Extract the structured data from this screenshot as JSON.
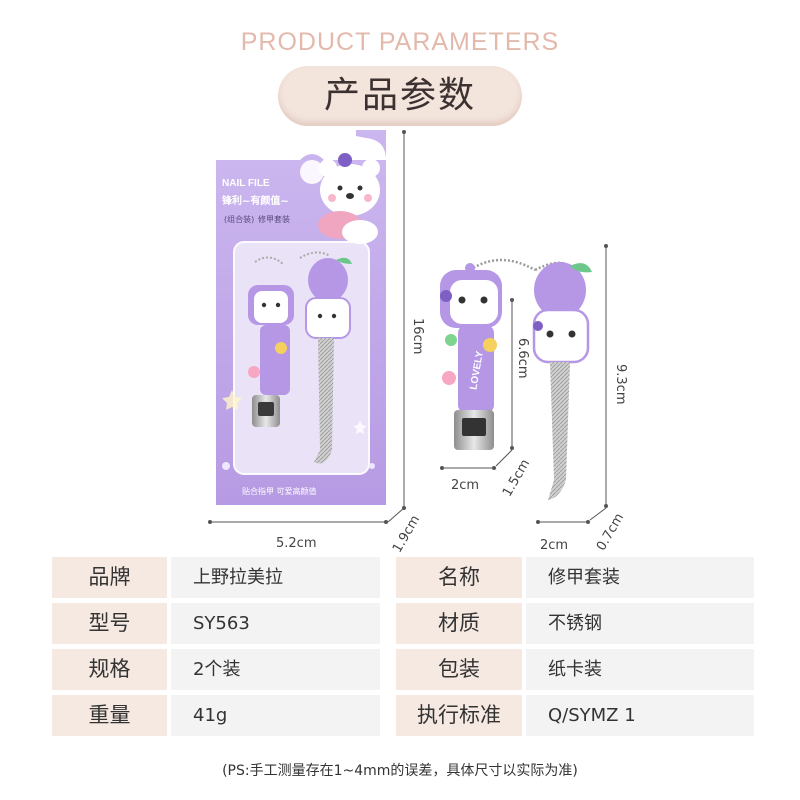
{
  "header": {
    "title_en": "PRODUCT PARAMETERS",
    "title_cn": "产品参数"
  },
  "package": {
    "brand_text": "NAIL FILE",
    "slogan": "锋利~有颜值~",
    "tag": "(组合装)",
    "tag_text": "修甲套装",
    "bottom_text": "贴合指甲 可爱高颜值",
    "lovely_text": "LOVELY"
  },
  "measurements": {
    "package_height": "16cm",
    "package_width": "5.2cm",
    "package_thickness": "1.9cm",
    "clipper_height": "6.6cm",
    "clipper_width": "2cm",
    "clipper_thickness": "1.5cm",
    "file_height": "9.3cm",
    "file_width": "2cm",
    "file_thickness": "0.7cm"
  },
  "params": {
    "left": [
      {
        "label": "品牌",
        "value": "上野拉美拉"
      },
      {
        "label": "型号",
        "value": "SY563"
      },
      {
        "label": "规格",
        "value": "2个装"
      },
      {
        "label": "重量",
        "value": "41g"
      }
    ],
    "right": [
      {
        "label": "名称",
        "value": "修甲套装"
      },
      {
        "label": "材质",
        "value": "不锈钢"
      },
      {
        "label": "包装",
        "value": "纸卡装"
      },
      {
        "label": "执行标准",
        "value": "Q/SYMZ 1"
      }
    ]
  },
  "note": "(PS:手工测量存在1~4mm的误差，具体尺寸以实际为准)",
  "colors": {
    "accent": "#e2b9ab",
    "label_bg": "#f6e9e2",
    "value_bg": "#f3f3f3",
    "purple": "#b79be0",
    "purple_light": "#d9c8f3"
  }
}
